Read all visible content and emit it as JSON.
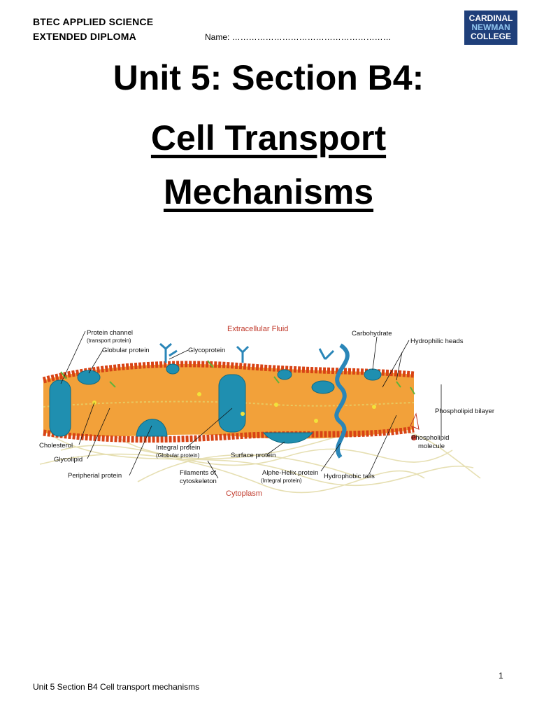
{
  "header": {
    "line1": "BTEC APPLIED SCIENCE",
    "line2": "EXTENDED DIPLOMA",
    "name_field": "Name: …………………………………………………"
  },
  "logo": {
    "line1": "CARDINAL",
    "line2": "NEWMAN",
    "line3": "COLLEGE"
  },
  "title": {
    "line1": "Unit 5: Section B4:",
    "line2": "Cell Transport",
    "line3": "Mechanisms"
  },
  "diagram": {
    "region_top": "Extracellular Fluid",
    "region_bottom": "Cytoplasm",
    "labels": {
      "protein_channel": "Protein channel",
      "protein_channel_sub": "(transport protein)",
      "globular_protein": "Globular protein",
      "glycoprotein": "Glycoprotein",
      "carbohydrate": "Carbohydrate",
      "hydrophilic_heads": "Hydrophilic heads",
      "phospholipid_bilayer": "Phospholipid bilayer",
      "phospholipid_molecule_1": "Phospholipid",
      "phospholipid_molecule_2": "molecule",
      "cholesterol": "Cholesterol",
      "glycolipid": "Glycolipid",
      "peripheral_protein": "Peripherial protein",
      "integral_protein": "Integral protein",
      "integral_protein_sub": "(Globular protein)",
      "surface_protein": "Surface protein",
      "filaments_1": "Filaments of",
      "filaments_2": "cytoskeleton",
      "alpha_helix": "Alphe-Helix protein",
      "alpha_helix_sub": "(Integral protein)",
      "hydrophobic_tails": "Hydrophobic tails"
    }
  },
  "footer": {
    "page_number": "1",
    "text": "Unit 5 Section B4 Cell transport mechanisms"
  }
}
